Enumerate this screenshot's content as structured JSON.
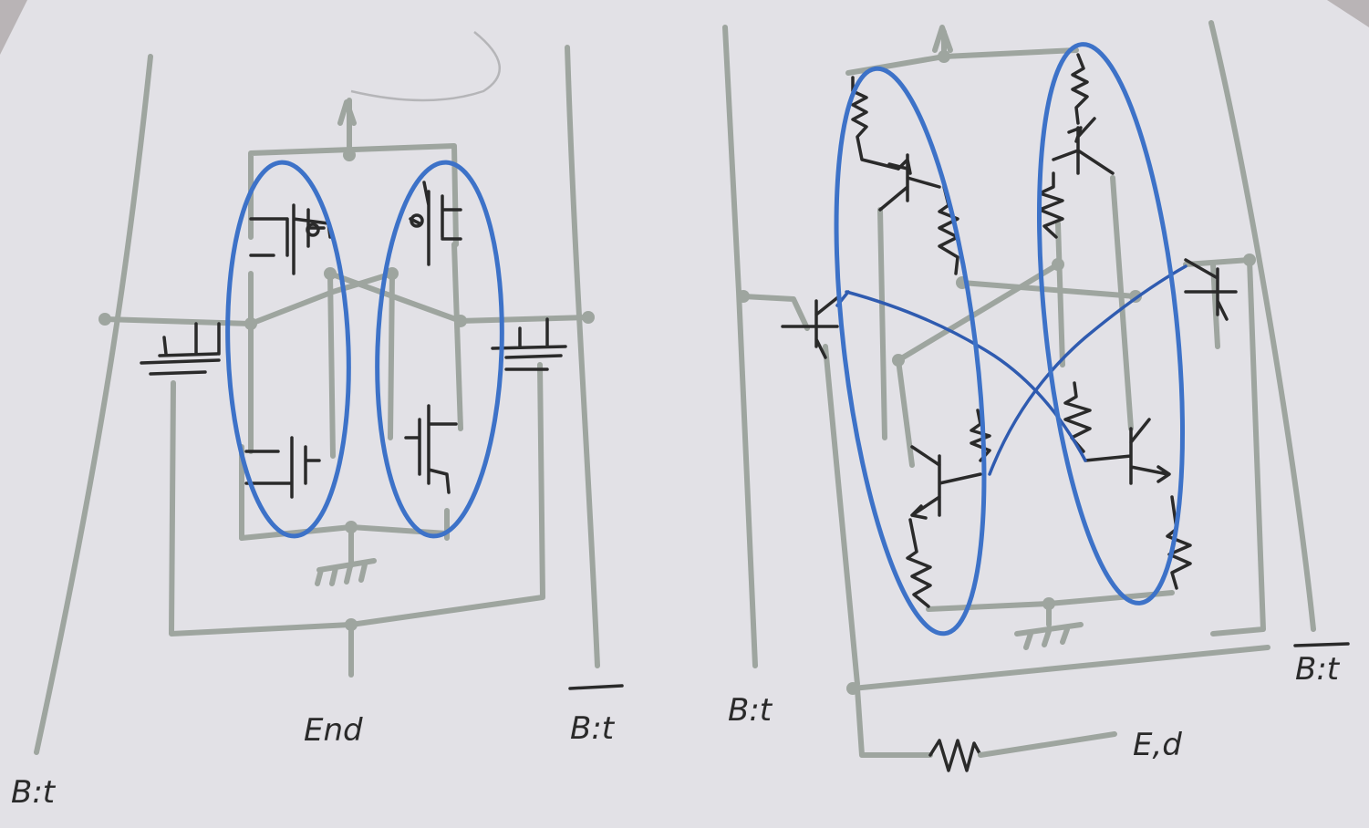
{
  "labels": {
    "left_bit": "B:t",
    "left_end": "End",
    "left_bit_bar": "B:t",
    "right_bit": "B:t",
    "right_bit_bar": "B:t",
    "right_end": "E,d"
  },
  "colors": {
    "paper": "#e2e1e6",
    "wire_gray": "#9ea59f",
    "ink_black": "#2a2a2a",
    "highlight_blue": "#3d72c8"
  },
  "icons": [
    "ground-icon",
    "supply-arrow-icon",
    "resistor-icon",
    "transistor-icon"
  ]
}
